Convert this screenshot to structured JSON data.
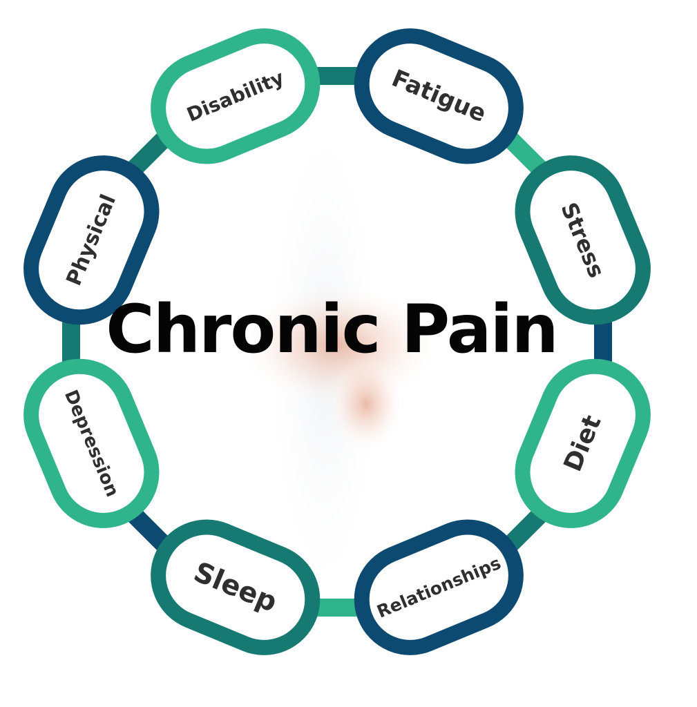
{
  "title": "Chronic Pain",
  "colors": {
    "navy": "#0d4a72",
    "green": "#2fb48b",
    "connector_teal": "#167a72",
    "text": "#2f2f2f",
    "title": "#050505"
  },
  "chain_links": [
    {
      "label": "Fatigue",
      "color": "navy"
    },
    {
      "label": "Stress",
      "color": "connector_teal"
    },
    {
      "label": "Diet",
      "color": "green"
    },
    {
      "label": "Relationships",
      "color": "navy"
    },
    {
      "label": "Sleep",
      "color": "connector_teal"
    },
    {
      "label": "Depression",
      "color": "green"
    },
    {
      "label": "Physical",
      "color": "navy"
    },
    {
      "label": "Disability",
      "color": "green"
    }
  ]
}
